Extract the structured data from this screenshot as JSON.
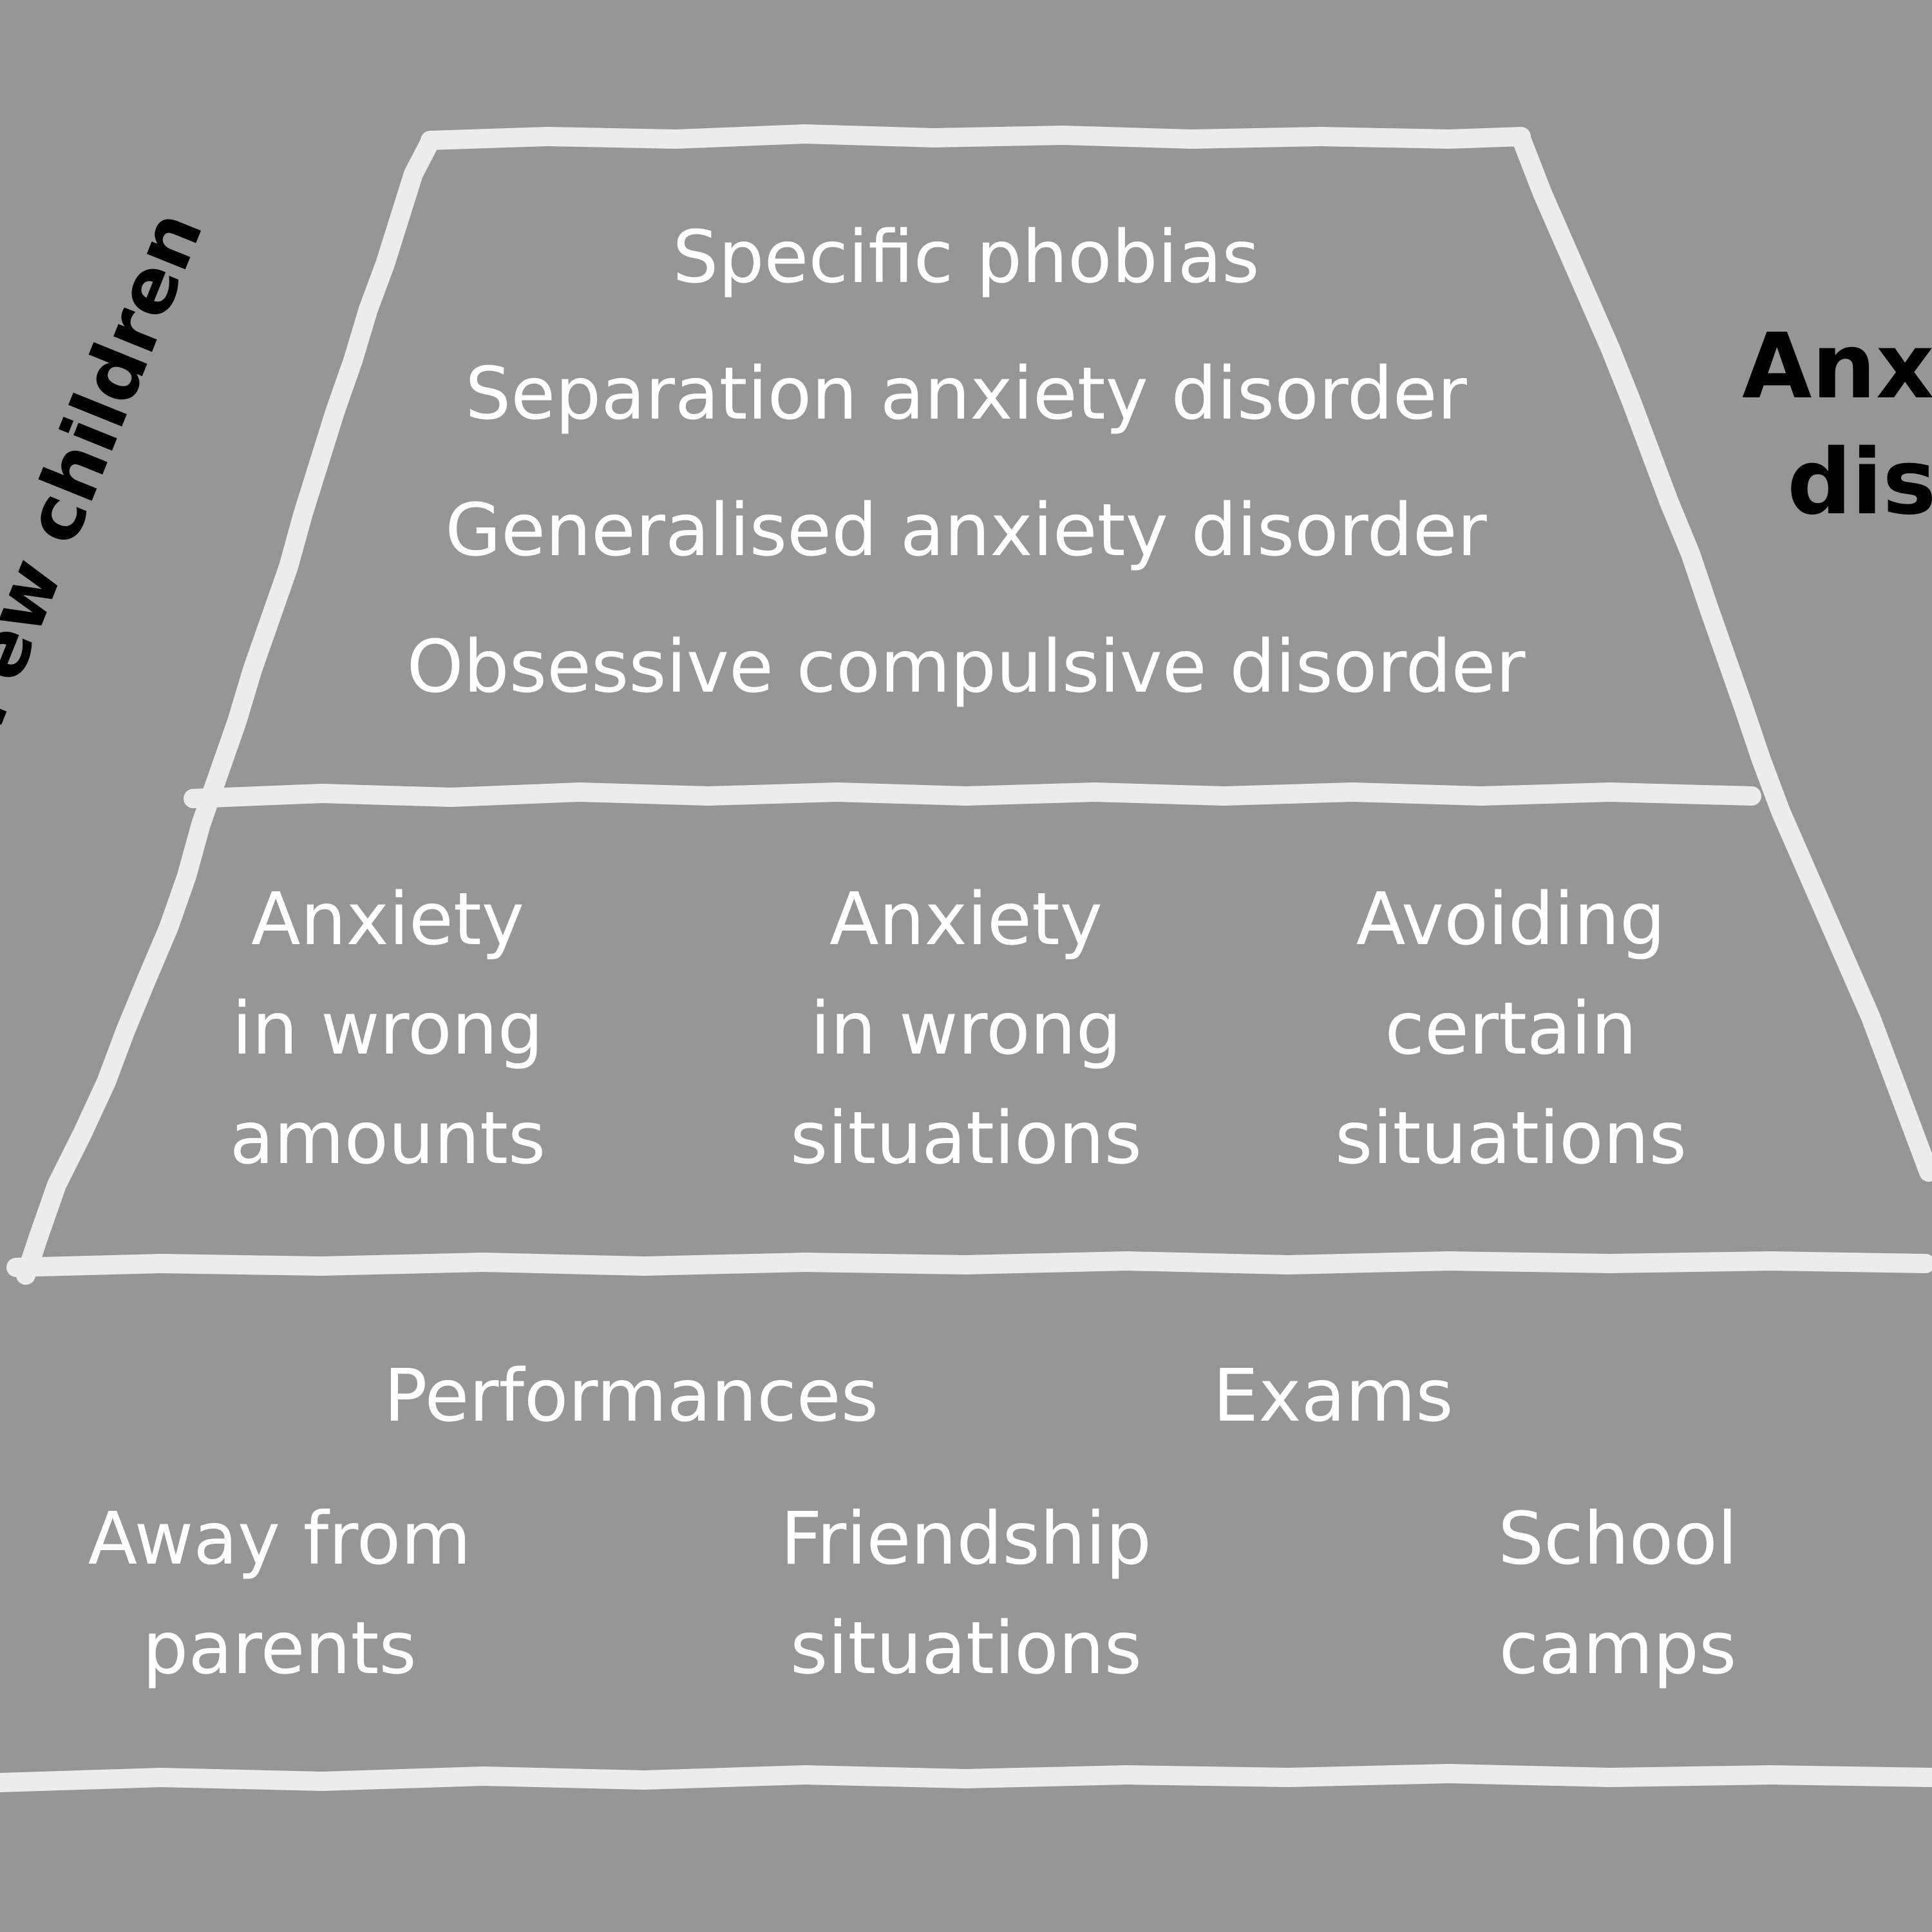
{
  "colors": {
    "background": "#969696",
    "outline": "#ececec",
    "diagram_text": "#ffffff",
    "side_text": "#000000"
  },
  "side_labels": {
    "left": "Few children",
    "right_line1": "Anx",
    "right_line2": "dis"
  },
  "tiers": {
    "top": {
      "items": [
        "Specific phobias",
        "Separation anxiety disorder",
        "Generalised anxiety disorder",
        "Obsessive compulsive disorder"
      ]
    },
    "middle": {
      "items": [
        {
          "line1": "Anxiety",
          "line2": "in wrong",
          "line3": "amounts"
        },
        {
          "line1": "Anxiety",
          "line2": "in wrong",
          "line3": "situations"
        },
        {
          "line1": "Avoiding",
          "line2": "certain",
          "line3": "situations"
        }
      ]
    },
    "bottom": {
      "row1": [
        "Performances",
        "Exams"
      ],
      "row2": [
        {
          "line1": "Away from",
          "line2": "parents"
        },
        {
          "line1": "Friendship",
          "line2": "situations"
        },
        {
          "line1": "School",
          "line2": "camps"
        }
      ]
    }
  }
}
